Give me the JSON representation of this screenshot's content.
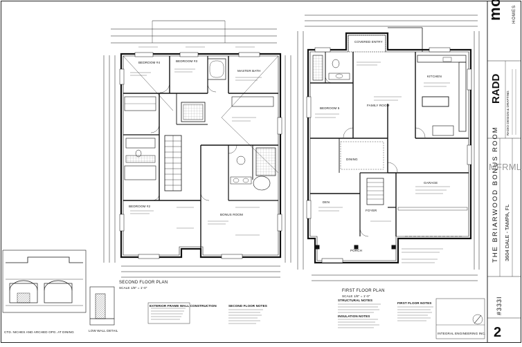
{
  "brand": {
    "name": "mobley",
    "sub": "HOMES"
  },
  "logo2": {
    "name": "RADD",
    "sub": "RADIO DESIGN & DRAFTING"
  },
  "title_block": {
    "project": "THE BRIARWOOD BONUS ROOM",
    "address": "3604 DALE - TAMPA, FL",
    "plan_no": "#333I",
    "sheet_number": "2"
  },
  "watermark": "MFRMLS",
  "plans": {
    "second_floor": "SECOND FLOOR PLAN",
    "second_floor_scale": "SCALE 1/8\" = 1'-0\"",
    "first_floor": "FIRST FLOOR PLAN",
    "first_floor_scale": "SCALE 1/8\" = 1'-0\""
  },
  "rooms": {
    "bedroom4": "BEDROOM #4",
    "bedroom3": "BEDROOM #3",
    "master_bath": "MASTER BATH",
    "bedroom2": "BEDROOM #2",
    "bonus": "BONUS ROOM",
    "covered_entry": "COVERED ENTRY",
    "family_room": "FAMILY ROOM",
    "bedroom5": "BEDROOM 5",
    "kitchen": "KITCHEN",
    "dining": "DINING",
    "garage": "GARAGE",
    "den": "DEN",
    "foyer": "FOYER",
    "porch": "PORCH"
  },
  "details": {
    "ctd_notes": "CTD. NICHES AND ARCHED OPG. AT DINING",
    "low_wall": "LOW WALL DETAIL",
    "exterior_notes": "EXTERIOR FRAME WALL CONSTRUCTION",
    "second_notes": "SECOND FLOOR NOTES",
    "structural_notes": "STRUCTURAL NOTES",
    "first_notes": "FIRST FLOOR NOTES",
    "insulation_notes": "INSULATION NOTES",
    "engineer": "INTEGRAL ENGINEERING INC."
  }
}
